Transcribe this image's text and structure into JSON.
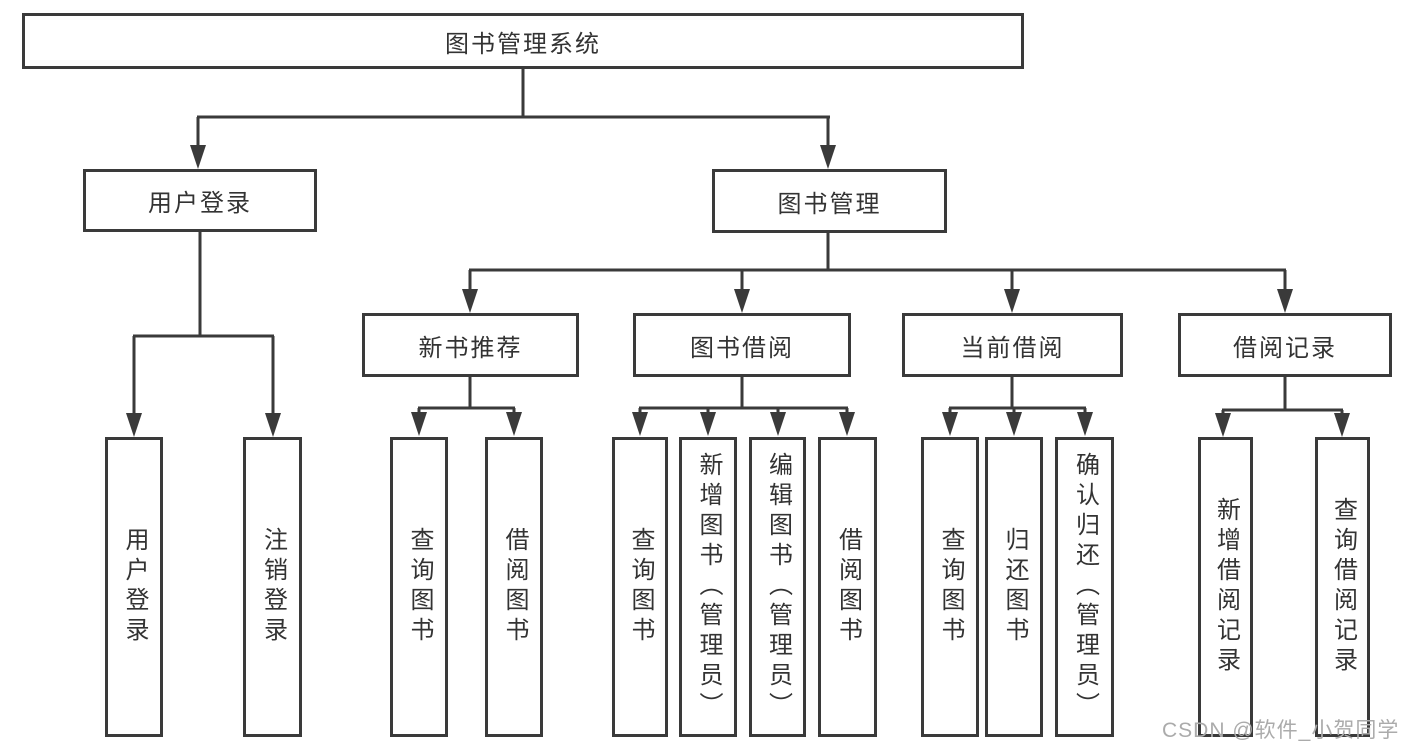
{
  "diagram": {
    "root": {
      "label": "图书管理系统"
    },
    "level2": [
      {
        "id": "user-login",
        "label": "用户登录"
      },
      {
        "id": "book-management",
        "label": "图书管理"
      }
    ],
    "level3": [
      {
        "id": "new-book-recommend",
        "parent": "图书管理",
        "label": "新书推荐"
      },
      {
        "id": "book-borrow",
        "parent": "图书管理",
        "label": "图书借阅"
      },
      {
        "id": "current-borrow",
        "parent": "图书管理",
        "label": "当前借阅"
      },
      {
        "id": "borrow-records",
        "parent": "图书管理",
        "label": "借阅记录"
      }
    ],
    "leaves": [
      {
        "parent": "用户登录",
        "label": "用户登录"
      },
      {
        "parent": "用户登录",
        "label": "注销登录"
      },
      {
        "parent": "新书推荐",
        "label": "查询图书"
      },
      {
        "parent": "新书推荐",
        "label": "借阅图书"
      },
      {
        "parent": "图书借阅",
        "label": "查询图书"
      },
      {
        "parent": "图书借阅",
        "label": "新增图书（管理员）"
      },
      {
        "parent": "图书借阅",
        "label": "编辑图书（管理员）"
      },
      {
        "parent": "图书借阅",
        "label": "借阅图书"
      },
      {
        "parent": "当前借阅",
        "label": "查询图书"
      },
      {
        "parent": "当前借阅",
        "label": "归还图书"
      },
      {
        "parent": "当前借阅",
        "label": "确认归还（管理员）"
      },
      {
        "parent": "借阅记录",
        "label": "新增借阅记录"
      },
      {
        "parent": "借阅记录",
        "label": "查询借阅记录"
      }
    ],
    "watermark": "CSDN @软件_小贺同学",
    "colors": {
      "line": "#3a3a3a",
      "text": "#333333",
      "watermark": "#ababab",
      "background": "#ffffff"
    }
  }
}
